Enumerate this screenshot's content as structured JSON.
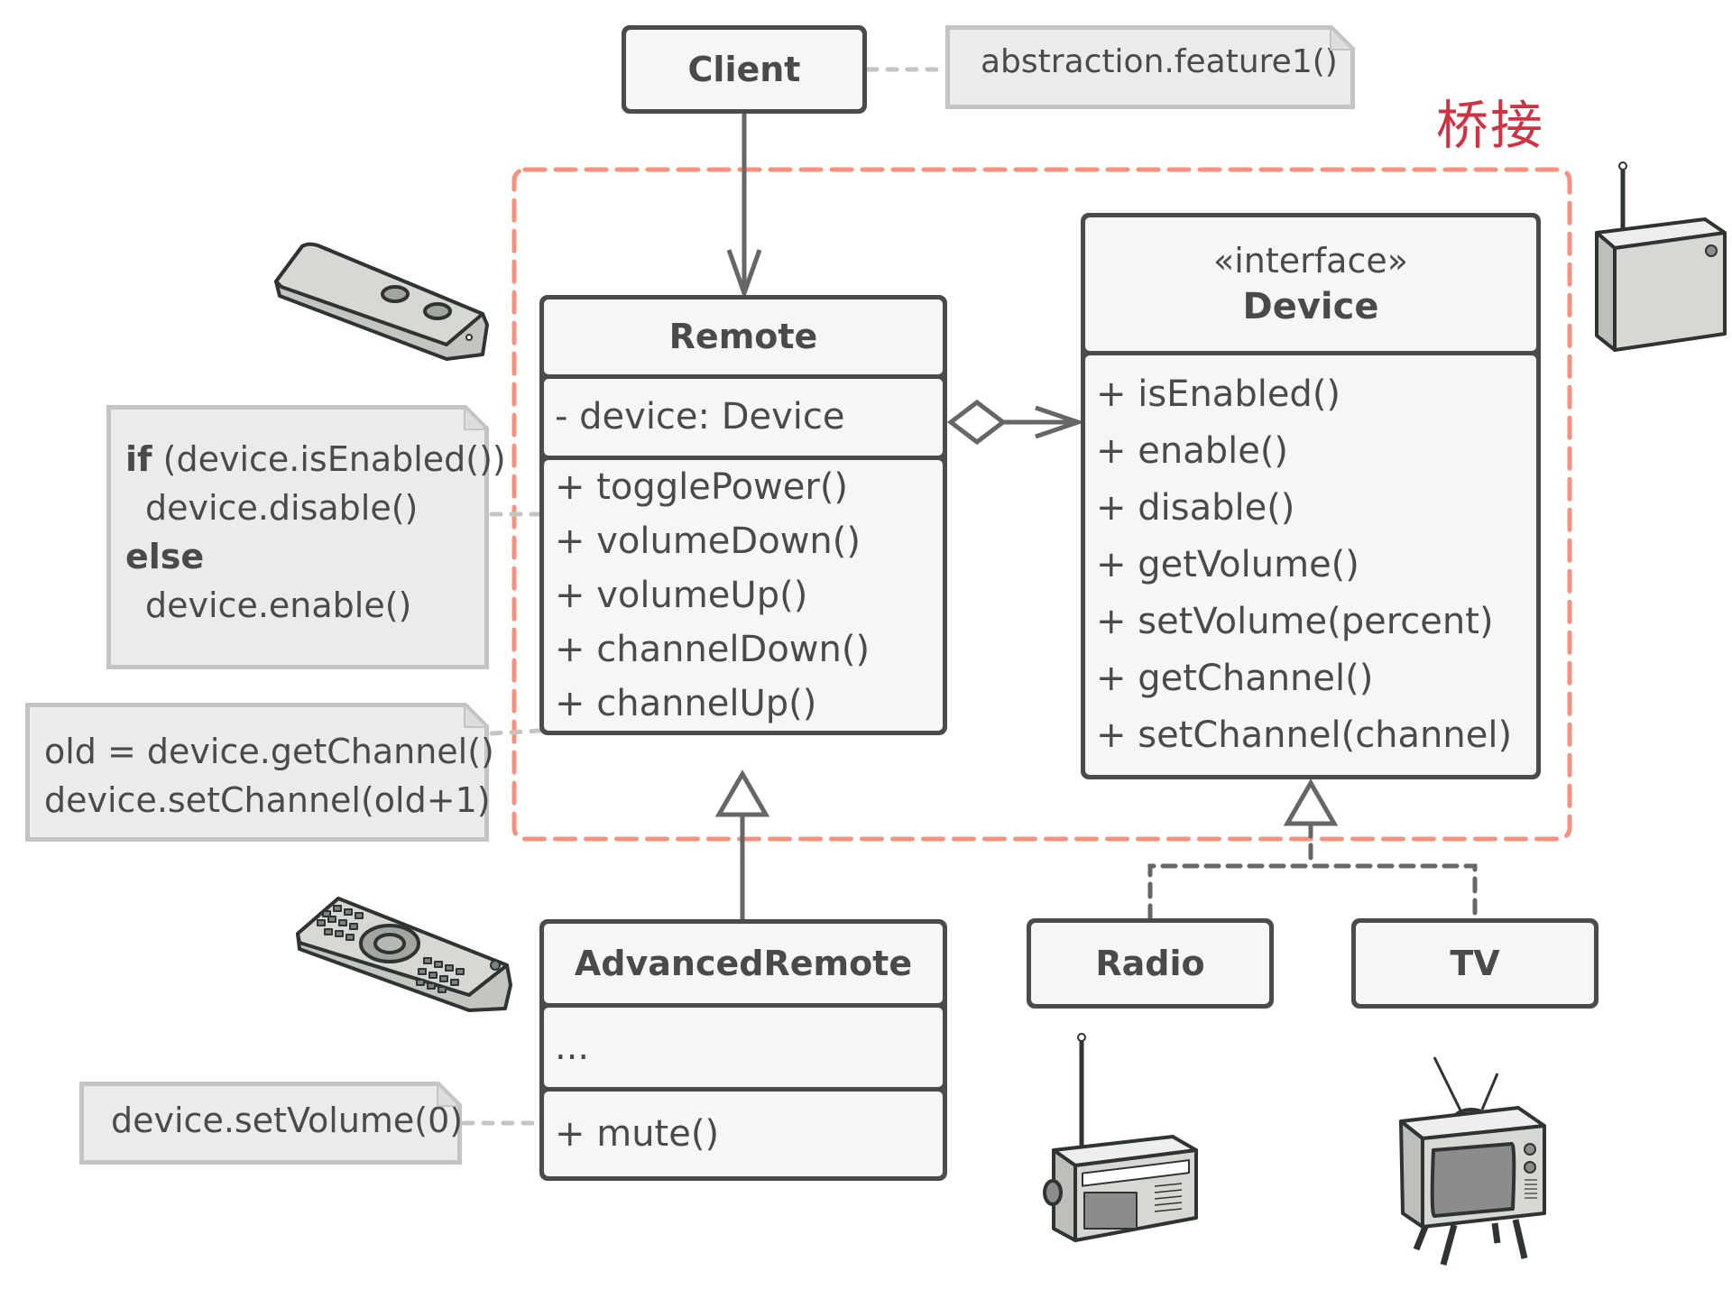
{
  "title": "桥接",
  "colors": {
    "bridge_border": "#f7917d",
    "bridge_title": "#cf3341",
    "class_border": "#4b4b4b",
    "class_fill": "#f6f6f6",
    "note_fill": "#ebebeb",
    "note_border": "#c4c4c4",
    "connector": "#666666"
  },
  "client": {
    "name": "Client"
  },
  "notes": {
    "client_call": "abstraction.feature1()",
    "toggle_power": {
      "line1_kw": "if",
      "line1_rest": " (device.isEnabled())",
      "line2": "device.disable()",
      "line3_kw": "else",
      "line4": "device.enable()"
    },
    "channel_up": {
      "line1": "old = device.getChannel()",
      "line2": "device.setChannel(old+1)"
    },
    "mute": "device.setVolume(0)"
  },
  "remote": {
    "name": "Remote",
    "fields": [
      "- device: Device"
    ],
    "methods": [
      "+ togglePower()",
      "+ volumeDown()",
      "+ volumeUp()",
      "+ channelDown()",
      "+ channelUp()"
    ]
  },
  "device": {
    "stereotype": "«interface»",
    "name": "Device",
    "methods": [
      "+ isEnabled()",
      "+ enable()",
      "+ disable()",
      "+ getVolume()",
      "+ setVolume(percent)",
      "+ getChannel()",
      "+ setChannel(channel)"
    ]
  },
  "advanced_remote": {
    "name": "AdvancedRemote",
    "fields": [
      "..."
    ],
    "methods": [
      "+ mute()"
    ]
  },
  "radio": {
    "name": "Radio"
  },
  "tv": {
    "name": "TV"
  },
  "relations": [
    {
      "from": "Client",
      "to": "Remote",
      "type": "association"
    },
    {
      "from": "Remote",
      "to": "Device",
      "type": "aggregation"
    },
    {
      "from": "AdvancedRemote",
      "to": "Remote",
      "type": "inheritance"
    },
    {
      "from": "Radio",
      "to": "Device",
      "type": "implementation"
    },
    {
      "from": "TV",
      "to": "Device",
      "type": "implementation"
    }
  ]
}
